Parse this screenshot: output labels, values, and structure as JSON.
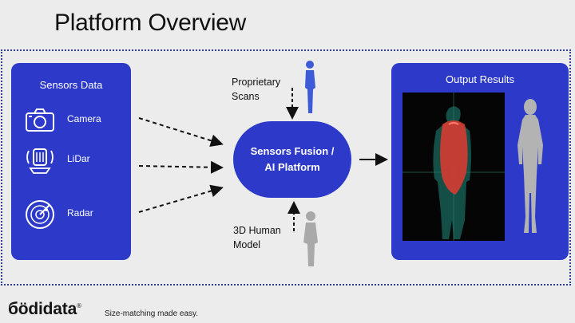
{
  "slide": {
    "title": "Platform Overview"
  },
  "sensors_panel": {
    "title": "Sensors Data",
    "items": [
      {
        "label": "Camera",
        "icon": "camera-icon"
      },
      {
        "label": "LiDar",
        "icon": "lidar-icon"
      },
      {
        "label": "Radar",
        "icon": "radar-icon"
      }
    ]
  },
  "fusion": {
    "line1": "Sensors Fusion /",
    "line2": "AI Platform"
  },
  "inputs": {
    "proprietary_line1": "Proprietary",
    "proprietary_line2": "Scans",
    "model_line1": "3D Human",
    "model_line2": "Model"
  },
  "output_panel": {
    "title": "Output Results"
  },
  "footer": {
    "brand": "ödidata",
    "brand_prefix": "б",
    "registered": "®",
    "tagline": "Size-matching made easy."
  },
  "colors": {
    "brand_blue": "#2d3ac9",
    "background": "#ececec",
    "scan_red": "#e23a30",
    "scan_teal": "#2bb5a0"
  }
}
